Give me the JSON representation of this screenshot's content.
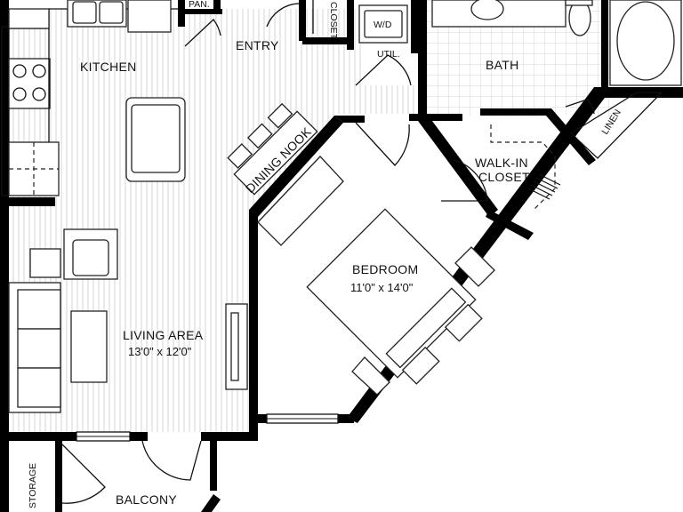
{
  "rooms": {
    "kitchen": "KITCHEN",
    "entry": "ENTRY",
    "pantry": "PAN.",
    "closet": "CLOSET",
    "wd": "W/D",
    "utility": "UTIL.",
    "bath": "BATH",
    "linen": "LINEN",
    "dining_nook": "DINING NOOK",
    "walk_in_closet_line1": "WALK-IN",
    "walk_in_closet_line2": "CLOSET",
    "bedroom": "BEDROOM",
    "bedroom_dims": "11'0\" x 14'0\"",
    "living_area": "LIVING AREA",
    "living_dims": "13'0\" x 12'0\"",
    "storage": "STORAGE",
    "balcony": "BALCONY"
  },
  "colors": {
    "wall": "#000000",
    "floor_hatch": "#d6d6d6",
    "background": "#ffffff"
  }
}
